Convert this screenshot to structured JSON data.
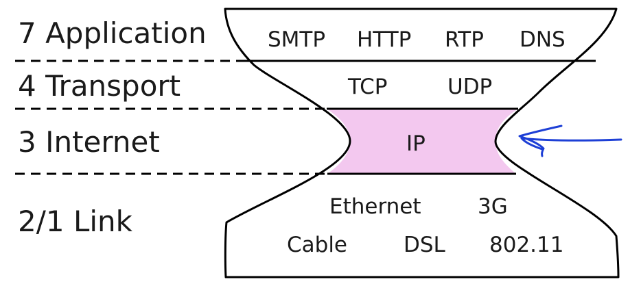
{
  "layers": [
    {
      "label": "7 Application",
      "protocols": [
        "SMTP",
        "HTTP",
        "RTP",
        "DNS"
      ]
    },
    {
      "label": "4 Transport",
      "protocols": [
        "TCP",
        "UDP"
      ]
    },
    {
      "label": "3 Internet",
      "protocols": [
        "IP"
      ]
    },
    {
      "label": "2/1 Link",
      "protocols": [
        "Ethernet",
        "3G",
        "Cable",
        "DSL",
        "802.11"
      ]
    }
  ],
  "colors": {
    "waist_fill": "#f3c8ef",
    "annotation_ink": "#1d3fd6"
  }
}
